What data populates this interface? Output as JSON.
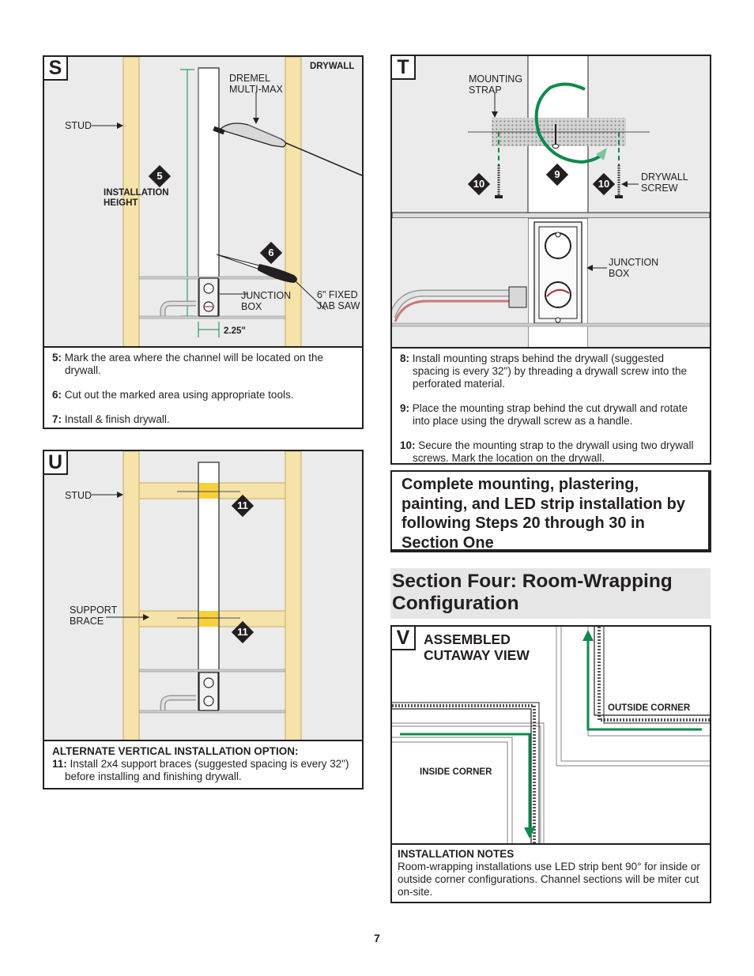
{
  "panel_s": {
    "letter": "S",
    "labels": {
      "drywall": "DRYWALL",
      "dremel": "DREMEL\nMULTI-MAX",
      "stud": "STUD",
      "installation_height": "INSTALLATION\nHEIGHT",
      "junction_box": "JUNCTION\nBOX",
      "jab_saw": "6\" FIXED\nJAB SAW",
      "measure": "2.25\""
    },
    "badges": [
      "5",
      "6"
    ],
    "steps": [
      {
        "num": "5:",
        "text": "Mark the area where the channel will be located on the drywall."
      },
      {
        "num": "6:",
        "text": "Cut out the marked area using appropriate tools."
      },
      {
        "num": "7:",
        "text": "Install & finish drywall."
      }
    ]
  },
  "panel_t": {
    "letter": "T",
    "labels": {
      "mounting_strap": "MOUNTING\nSTRAP",
      "drywall_screw": "DRYWALL\nSCREW",
      "junction_box": "JUNCTION\nBOX"
    },
    "badges": [
      "10",
      "9",
      "10"
    ],
    "steps": [
      {
        "num": "8:",
        "text": "Install mounting straps behind the drywall (suggested spacing is every 32\") by threading a drywall screw into the perforated material."
      },
      {
        "num": "9:",
        "text": "Place the mounting strap behind the cut drywall and rotate into place using the drywall screw as a handle."
      },
      {
        "num": "10:",
        "text": "Secure the mounting strap to the drywall using two drywall screws.  Mark the location on the drywall."
      }
    ]
  },
  "panel_u": {
    "letter": "U",
    "labels": {
      "stud": "STUD",
      "support_brace": "SUPPORT\nBRACE"
    },
    "badges": [
      "11",
      "11"
    ],
    "heading": "ALTERNATE VERTICAL INSTALLATION OPTION:",
    "steps": [
      {
        "num": "11:",
        "text": "Install 2x4 support braces (suggested spacing is every 32\") before installing and finishing drywall."
      }
    ]
  },
  "callout": "Complete mounting, plastering, painting, and LED strip installation by following Steps 20 through 30 in Section One",
  "section_four": {
    "title": "Section Four: Room-Wrapping Configuration"
  },
  "panel_v": {
    "letter": "V",
    "title": "ASSEMBLED\nCUTAWAY VIEW",
    "outside_corner": "OUTSIDE CORNER",
    "inside_corner": "INSIDE CORNER",
    "notes_heading": "INSTALLATION NOTES",
    "notes_text": "Room-wrapping installations use LED strip bent 90° for inside or outside corner configurations. Channel sections will be miter cut on-site."
  },
  "page_number": "7",
  "colors": {
    "stud_wood": "#f5e3a9",
    "stud_edge": "#c9a85c",
    "wall_gray": "#ebebeb",
    "green": "#0d8a4b",
    "light_green": "#7dc49f",
    "yellow_marker": "#f7d03c",
    "section_bg": "#e6e6e6"
  },
  "icons": [
    "arrow-icon",
    "screw-icon",
    "saw-icon",
    "dremel-icon",
    "rotate-arrow-icon"
  ]
}
